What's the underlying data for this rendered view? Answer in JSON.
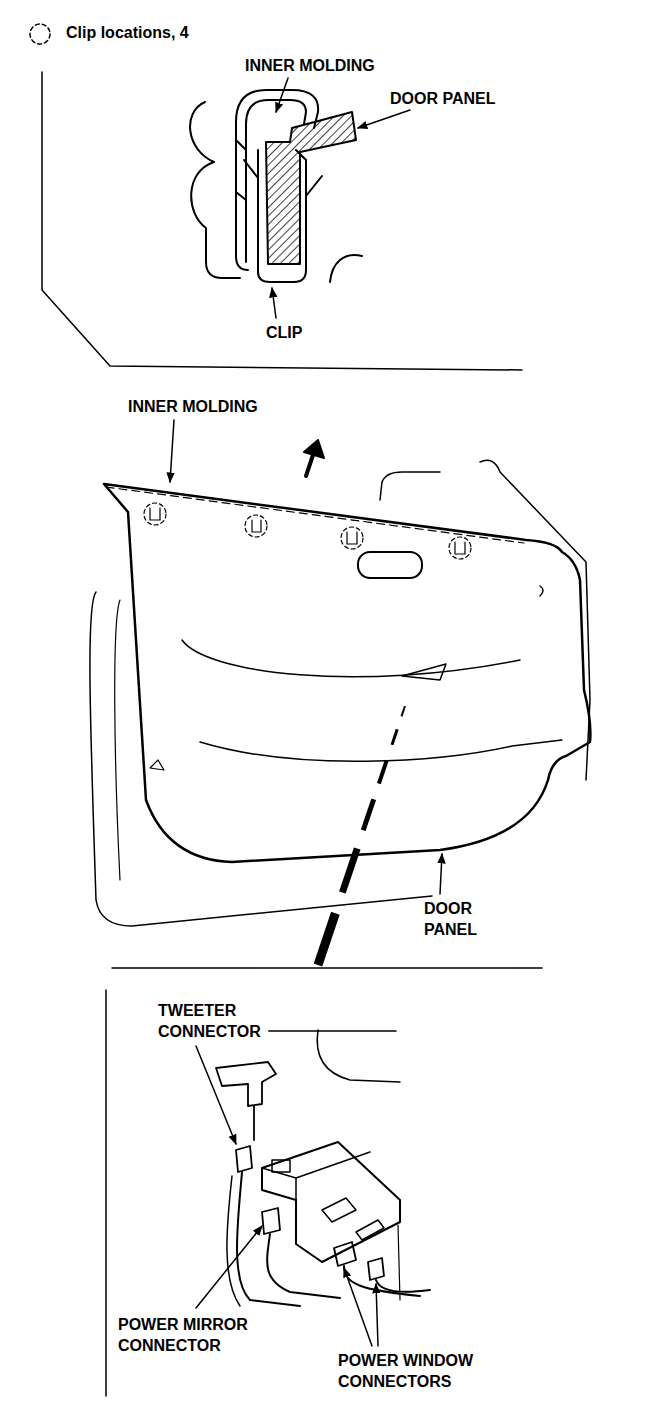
{
  "diagram": {
    "labels": [
      "Clip locations, 4",
      "INNER MOLDING",
      "DOOR PANEL",
      "CLIP",
      "INNER MOLDING",
      "DOOR PANEL",
      "TWEETER CONNECTOR",
      "POWER MIRROR CONNECTOR",
      "POWER WINDOW CONNECTORS"
    ]
  }
}
